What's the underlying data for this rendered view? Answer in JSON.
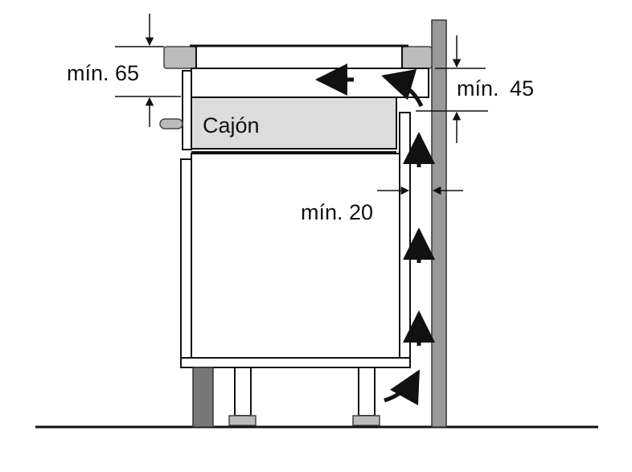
{
  "labels": {
    "drawer": "Cajón",
    "min_top": "mín. 65",
    "min_right": "mín.",
    "min_right_value": "45",
    "min_gap": "mín. 20"
  },
  "colors": {
    "line": "#111111",
    "panel_fill": "#dcdcdc",
    "wall": "#999999",
    "plinth": "#777777",
    "cabinet_fill": "#ffffff"
  },
  "icons": {
    "airflow": "arrow-icon"
  }
}
